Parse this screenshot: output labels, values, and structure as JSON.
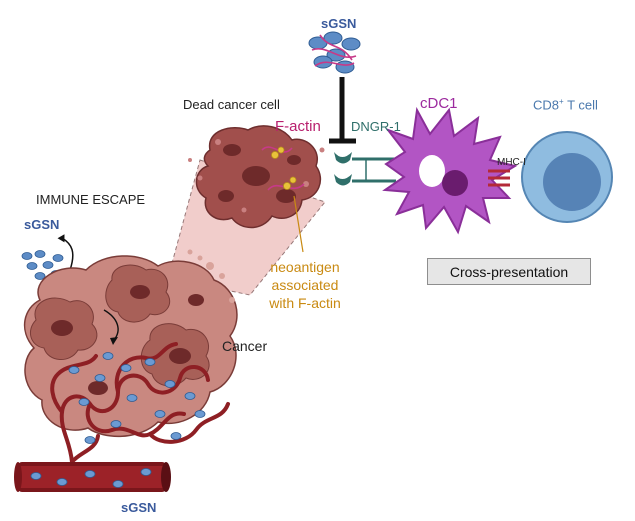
{
  "labels": {
    "sgsn_top": "sGSN",
    "dead_cancer_cell": "Dead cancer cell",
    "f_actin": "F-actin",
    "dngr1": "DNGR-1",
    "cdc1": "cDC1",
    "cd8": "CD8",
    "cd8_sup": "+",
    "cd8_suffix": " T cell",
    "mhc1": "MHC-I",
    "immune_escape": "IMMUNE ESCAPE",
    "sgsn_left": "sGSN",
    "neoantigen_line1": "neoantigen",
    "neoantigen_line2": "associated",
    "neoantigen_line3": "with F-actin",
    "cancer": "Cancer",
    "sgsn_bottom": "sGSN"
  },
  "boxes": {
    "cross_presentation": "Cross-presentation"
  },
  "colors": {
    "sgsn": "#3a5a9c",
    "f_actin": "#b8206e",
    "dngr1": "#2f6f6a",
    "cdc1": "#9c2a9e",
    "cd8": "#4a78ad",
    "neoantigen": "#c98a12",
    "vessel": "#8e1f24",
    "tumor": "#a8605a"
  }
}
